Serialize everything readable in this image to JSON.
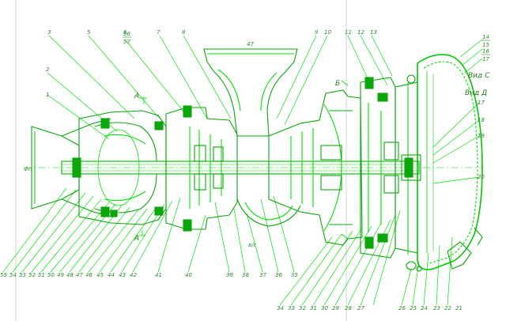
{
  "colors": {
    "line": "#00e000",
    "dark": "#0aa60a",
    "label": "#2a8a2a",
    "border": "#d6d6d6"
  },
  "top_labels": [
    "1",
    "2",
    "3",
    "5",
    "6",
    "7",
    "8",
    "9",
    "10",
    "11",
    "12",
    "13"
  ],
  "fraction_labels": [
    {
      "num": "56",
      "den": "57"
    },
    {
      "num": "14",
      "den": "15"
    },
    {
      "num": "16",
      "den": "17"
    }
  ],
  "bottom_labels": [
    "55",
    "54",
    "53",
    "52",
    "51",
    "50",
    "49",
    "48",
    "47",
    "46",
    "45",
    "44",
    "43",
    "42",
    "41",
    "40",
    "39",
    "38",
    "37",
    "36",
    "35",
    "34",
    "33",
    "32",
    "31",
    "30",
    "29",
    "28",
    "27",
    "26",
    "25",
    "24",
    "23",
    "22",
    "21"
  ],
  "right_labels": [
    "17",
    "18",
    "19",
    "20"
  ],
  "inlet_label": "47",
  "view_labels": {
    "view_c": "Вид С",
    "view_d": "Вид Д"
  },
  "section_letters": {
    "a_top": "A",
    "a_bottom": "A",
    "b": "Б"
  },
  "misc_labels": {
    "bottom_mark": "в/с",
    "axis_mark": "Фп"
  }
}
